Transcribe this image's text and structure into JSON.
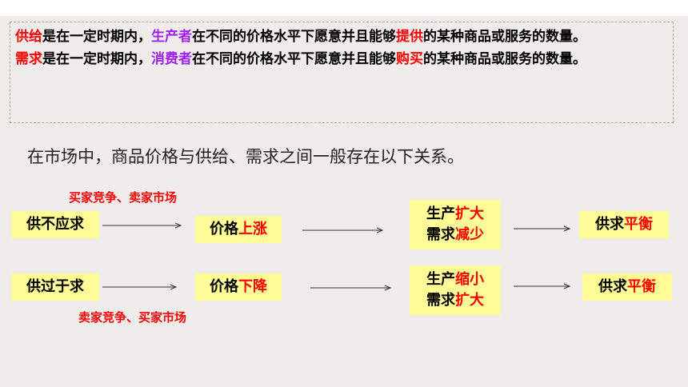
{
  "definitions": {
    "supply": {
      "term": "供给",
      "part1": "是在一定时期内，",
      "actor": "生产者",
      "part2": "在不同的价格水平下愿意并且能够",
      "action": "提供",
      "part3": "的某种商品或服务的数量。"
    },
    "demand": {
      "term": "需求",
      "part1": "是在一定时期内，",
      "actor": "消费者",
      "part2": "在不同的价格水平下愿意并且能够",
      "action": "购买",
      "part3": "的某种商品或服务的数量。"
    }
  },
  "intro": "在市场中，商品价格与供给、需求之间一般存在以下关系。",
  "row1": {
    "note": "买家竞争、卖家市场",
    "state": "供不应求",
    "price_prefix": "价格",
    "price_change": "上涨",
    "prod_prefix": "生产",
    "prod_change": "扩大",
    "dem_prefix": "需求",
    "dem_change": "减少",
    "result_prefix": "供求",
    "result_state": "平衡"
  },
  "row2": {
    "note": "卖家竞争、买家市场",
    "state": "供过于求",
    "price_prefix": "价格",
    "price_change": "下降",
    "prod_prefix": "生产",
    "prod_change": "缩小",
    "dem_prefix": "需求",
    "dem_change": "扩大",
    "result_prefix": "供求",
    "result_state": "平衡"
  },
  "colors": {
    "highlight": "#ff0000",
    "actor": "#a020f0",
    "box_fill": "#fffb96",
    "background": "#eeedeb"
  }
}
